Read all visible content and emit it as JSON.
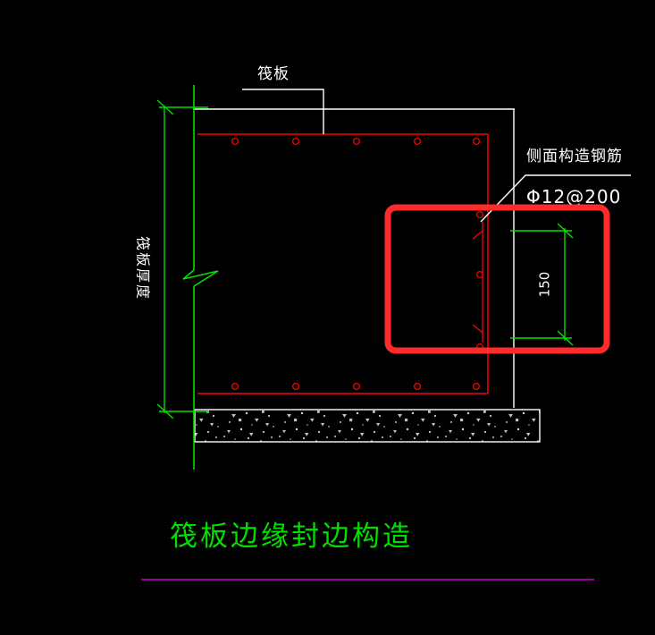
{
  "drawing": {
    "title": "筏板边缘封边构造",
    "title_color": "#00e000",
    "background_color": "#000000",
    "labels": {
      "raft_slab": "筏板",
      "side_rebar_name": "侧面构造钢筋",
      "side_rebar_spec": "Φ12@200",
      "slab_thickness": "筏板厚度",
      "edge_dimension": "150"
    },
    "colors": {
      "rebar": "#ff0000",
      "highlight_box": "#ff2b2b",
      "dimension": "#00e000",
      "annotation": "#ffffff",
      "baseline": "#cc00cc",
      "concrete_hatch": "#c8c8c8"
    },
    "geometry": {
      "dimension_value_mm": 150,
      "rebar_spacing_label": "@200",
      "rebar_diameter_label": "Φ12"
    }
  }
}
